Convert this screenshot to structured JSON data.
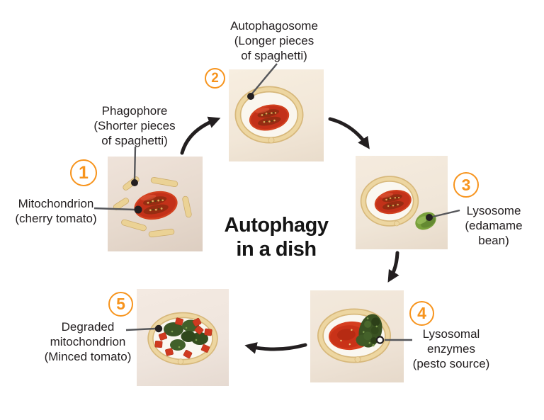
{
  "title": [
    "Autophagy",
    "in a dish"
  ],
  "stage_numbers": [
    "1",
    "2",
    "3",
    "4",
    "5"
  ],
  "annotations": {
    "autophagosome": [
      "Autophagosome",
      "(Longer pieces",
      "of spaghetti)"
    ],
    "phagophore": [
      "Phagophore",
      "(Shorter pieces",
      "of spaghetti)"
    ],
    "mitochondrion": [
      "Mitochondrion",
      "(cherry tomato)"
    ],
    "lysosome": [
      "Lysosome",
      "(edamame",
      "bean)"
    ],
    "lysosomal_enzymes": [
      "Lysosomal",
      "enzymes",
      "(pesto source)"
    ],
    "degraded_mitochondrion": [
      "Degraded",
      "mitochondrion",
      "(Minced tomato)"
    ]
  },
  "photos": {
    "stage1": "shorter spaghetti pieces around a halved cherry tomato",
    "stage2": "spaghetti loop enclosing a halved cherry tomato",
    "stage3": "spaghetti loop with cherry tomato and edamame bean",
    "stage4": "spaghetti loop with crushed tomato and pesto",
    "stage5": "spaghetti loop with minced tomato and pesto mix"
  },
  "colors": {
    "accent_orange": "#F7941D",
    "text": "#231F20",
    "leader_line": "#55565A",
    "arrow": "#231F20",
    "tomato_red": "#C93218",
    "spaghetti_cream": "#EBD295",
    "pesto_green": "#3A5222",
    "edamame_green": "#78A03B"
  }
}
